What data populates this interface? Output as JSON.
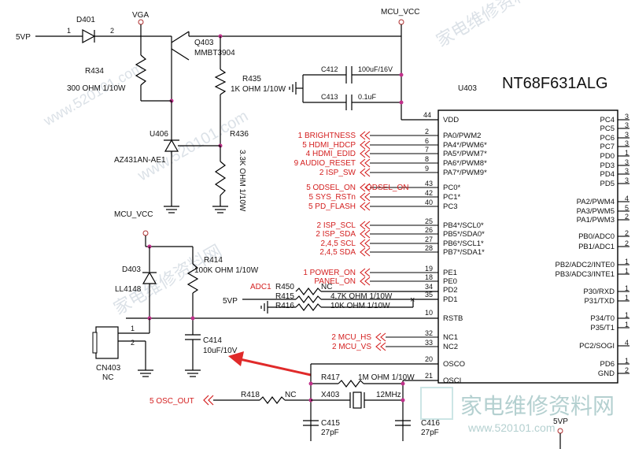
{
  "ic": {
    "ref": "U403",
    "part": "NT68F631ALG",
    "left_pins": [
      {
        "num": "44",
        "name": "VDD"
      },
      {
        "num": "2",
        "name": "PA0/PWM2"
      },
      {
        "num": "6",
        "name": "PA4*/PWM6*"
      },
      {
        "num": "7",
        "name": "PA5*/PWM7*"
      },
      {
        "num": "8",
        "name": "PA6*/PWM8*"
      },
      {
        "num": "9",
        "name": "PA7*/PWM9*"
      },
      {
        "num": "43",
        "name": "PC0*"
      },
      {
        "num": "42",
        "name": "PC1*"
      },
      {
        "num": "40",
        "name": "PC3"
      },
      {
        "num": "25",
        "name": "PB4*/SCL0*"
      },
      {
        "num": "26",
        "name": "PB5*/SDA0*"
      },
      {
        "num": "27",
        "name": "PB6*/SCL1*"
      },
      {
        "num": "28",
        "name": "PB7*/SDA1*"
      },
      {
        "num": "19",
        "name": "PE1"
      },
      {
        "num": "18",
        "name": "PE0"
      },
      {
        "num": "34",
        "name": "PD2"
      },
      {
        "num": "35",
        "name": "PD1"
      },
      {
        "num": "10",
        "name": "RSTB"
      },
      {
        "num": "32",
        "name": "NC1"
      },
      {
        "num": "33",
        "name": "NC2"
      },
      {
        "num": "20",
        "name": "OSCO"
      },
      {
        "num": "21",
        "name": "OSCI"
      }
    ],
    "right_pins": [
      {
        "num": "3",
        "name": "PC4"
      },
      {
        "num": "3",
        "name": "PC5"
      },
      {
        "num": "3",
        "name": "PC6"
      },
      {
        "num": "3",
        "name": "PC7"
      },
      {
        "num": "1",
        "name": "PD0"
      },
      {
        "num": "3",
        "name": "PD3"
      },
      {
        "num": "3",
        "name": "PD4"
      },
      {
        "num": "3",
        "name": "PD5"
      },
      {
        "num": "4",
        "name": "PA2/PWM4"
      },
      {
        "num": "5",
        "name": "PA3/PWM5"
      },
      {
        "num": "2",
        "name": "PA1/PWM3"
      },
      {
        "num": "2",
        "name": "PB0/ADC0"
      },
      {
        "num": "2",
        "name": "PB1/ADC1"
      },
      {
        "num": "1",
        "name": "PB2/ADC2/INTE0"
      },
      {
        "num": "1",
        "name": "PB3/ADC3/INTE1"
      },
      {
        "num": "1",
        "name": "P30/RXD"
      },
      {
        "num": "1",
        "name": "P31/TXD"
      },
      {
        "num": "1",
        "name": "P34/T0"
      },
      {
        "num": "1",
        "name": "P35/T1"
      },
      {
        "num": "4",
        "name": "PC2/SOGI"
      },
      {
        "num": "1",
        "name": "PD6"
      },
      {
        "num": "2",
        "name": "GND"
      }
    ]
  },
  "signals": [
    "1  BRIGHTNESS",
    "5  HDMI_HDCP",
    "4  HDMI_EDID",
    "9  AUDIO_RESET",
    "2  ISP_SW",
    "5  ODSEL_ON",
    "5  SYS_RSTn",
    "5  PD_FLASH",
    "2  ISP_SCL",
    "2  ISP_SDA",
    "2,4,5  SCL",
    "2,4,5  SDA",
    "1  POWER_ON",
    "PANEL_ON",
    "2  MCU_HS",
    "2  MCU_VS",
    "5  OSC_OUT",
    "ODSEL_ON",
    "ADC1"
  ],
  "parts": {
    "d401": "D401",
    "vga": "VGA",
    "mcu_vcc_top": "MCU_VCC",
    "vp5_left": "5VP",
    "pin1": "1",
    "pin2": "2",
    "q403": "Q403",
    "q403_type": "MMBT3904",
    "r434": "R434",
    "r434_val": "300 OHM 1/10W",
    "r435": "R435",
    "r435_val": "1K OHM 1/10W",
    "r436": "R436",
    "r436_val": "3.3K OHM 1/10W",
    "u406": "U406",
    "u406_type": "AZ431AN-AE1",
    "c412": "C412",
    "c412_val": "100uF/16V",
    "c413": "C413",
    "c413_val": "0.1uF",
    "mcu_vcc_left": "MCU_VCC",
    "d403": "D403",
    "d403_type": "LL4148",
    "r414": "R414",
    "r414_val": "100K OHM 1/10W",
    "r450": "R450",
    "r450_val": "NC",
    "r415": "R415",
    "r415_val": "4.7K OHM 1/10W",
    "r416": "R416",
    "r416_val": "10K OHM 1/10W",
    "vp5_mid": "5VP",
    "c414": "C414",
    "c414_val": "10uF/10V",
    "cn403": "CN403",
    "cn403_val": "NC",
    "cn_pin1": "1",
    "cn_pin2": "2",
    "r417": "R417",
    "r417_val": "1M OHM 1/10W",
    "r418": "R418",
    "r418_val": "NC",
    "x403": "X403",
    "x403_val": "12MHz",
    "c415": "C415",
    "c415_val": "27pF",
    "c416": "C416",
    "c416_val": "27pF",
    "vp5_bottom": "5VP"
  },
  "watermark": {
    "cn": "家电维修资料网",
    "url": "www.520101.com"
  }
}
